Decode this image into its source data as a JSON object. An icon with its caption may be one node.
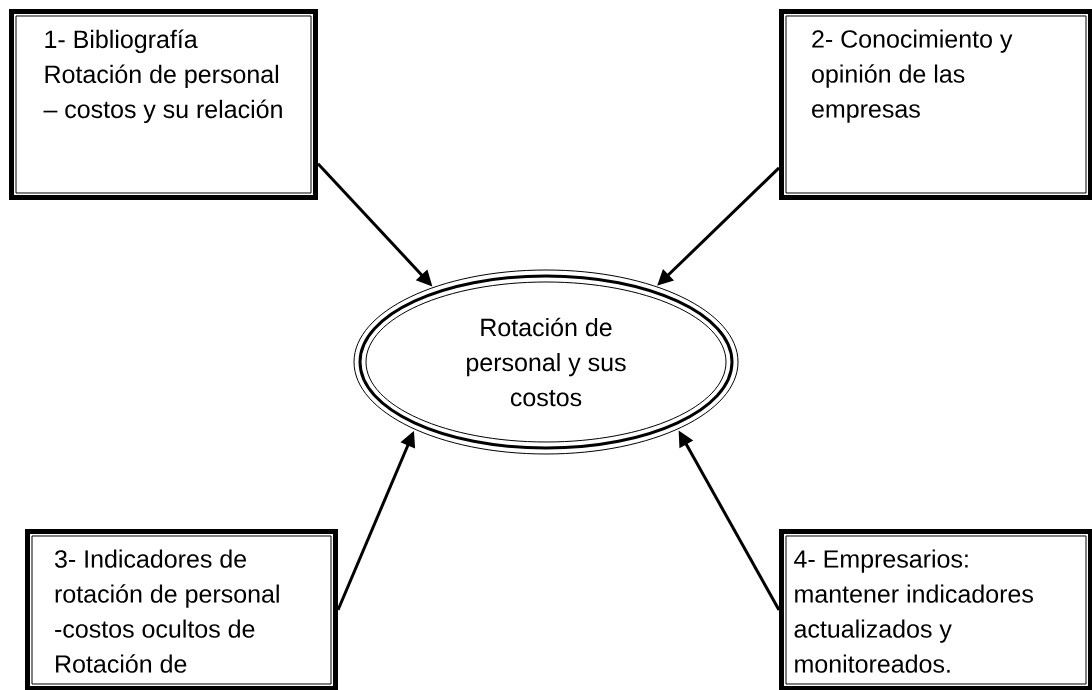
{
  "diagram": {
    "nodes": [
      {
        "text": [
          "1- Bibliografía Rotación de personal – costos y su relación"
        ]
      },
      {
        "text": [
          "2- Conocimiento y opinión de las empresas"
        ]
      },
      {
        "text": [
          "3- Indicadores de rotación de personal -costos ocultos de Rotación de"
        ]
      },
      {
        "text": [
          "4- Empresarios: mantener indicadores actualizados y monitoreados."
        ]
      },
      {
        "text": [
          "Rotación de personal y sus costos"
        ]
      }
    ],
    "edges": [
      {
        "from": 0,
        "to": 4,
        "arrow": "to"
      },
      {
        "from": 1,
        "to": 4,
        "arrow": "to"
      },
      {
        "from": 2,
        "to": 4,
        "arrow": "to"
      },
      {
        "from": 3,
        "to": 4,
        "arrow": "to"
      }
    ]
  }
}
